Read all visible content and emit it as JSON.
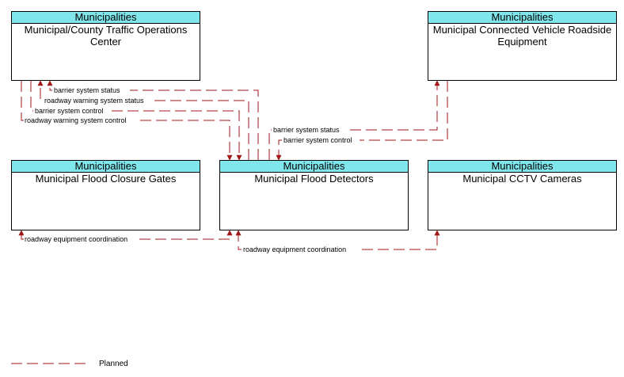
{
  "nodes": {
    "tmc": {
      "category": "Municipalities",
      "name": "Municipal/County Traffic Operations Center"
    },
    "cv_rse": {
      "category": "Municipalities",
      "name": "Municipal Connected Vehicle Roadside Equipment"
    },
    "closure_gates": {
      "category": "Municipalities",
      "name": "Municipal Flood Closure Gates"
    },
    "flood_detectors": {
      "category": "Municipalities",
      "name": "Municipal Flood Detectors"
    },
    "cctv": {
      "category": "Municipalities",
      "name": "Municipal CCTV Cameras"
    }
  },
  "flows": {
    "tmc_barrier_status": "barrier system status",
    "tmc_warning_status": "roadway warning system status",
    "tmc_barrier_control": "barrier system control",
    "tmc_warning_control": "roadway warning system control",
    "rse_barrier_status": "barrier system status",
    "rse_barrier_control": "barrier system control",
    "gates_coordination": "roadway equipment coordination",
    "cctv_coordination": "roadway equipment coordination"
  },
  "legend": {
    "planned": "Planned"
  },
  "colors": {
    "flow_line": "#a01818",
    "header_fill": "#7fe6ec"
  }
}
